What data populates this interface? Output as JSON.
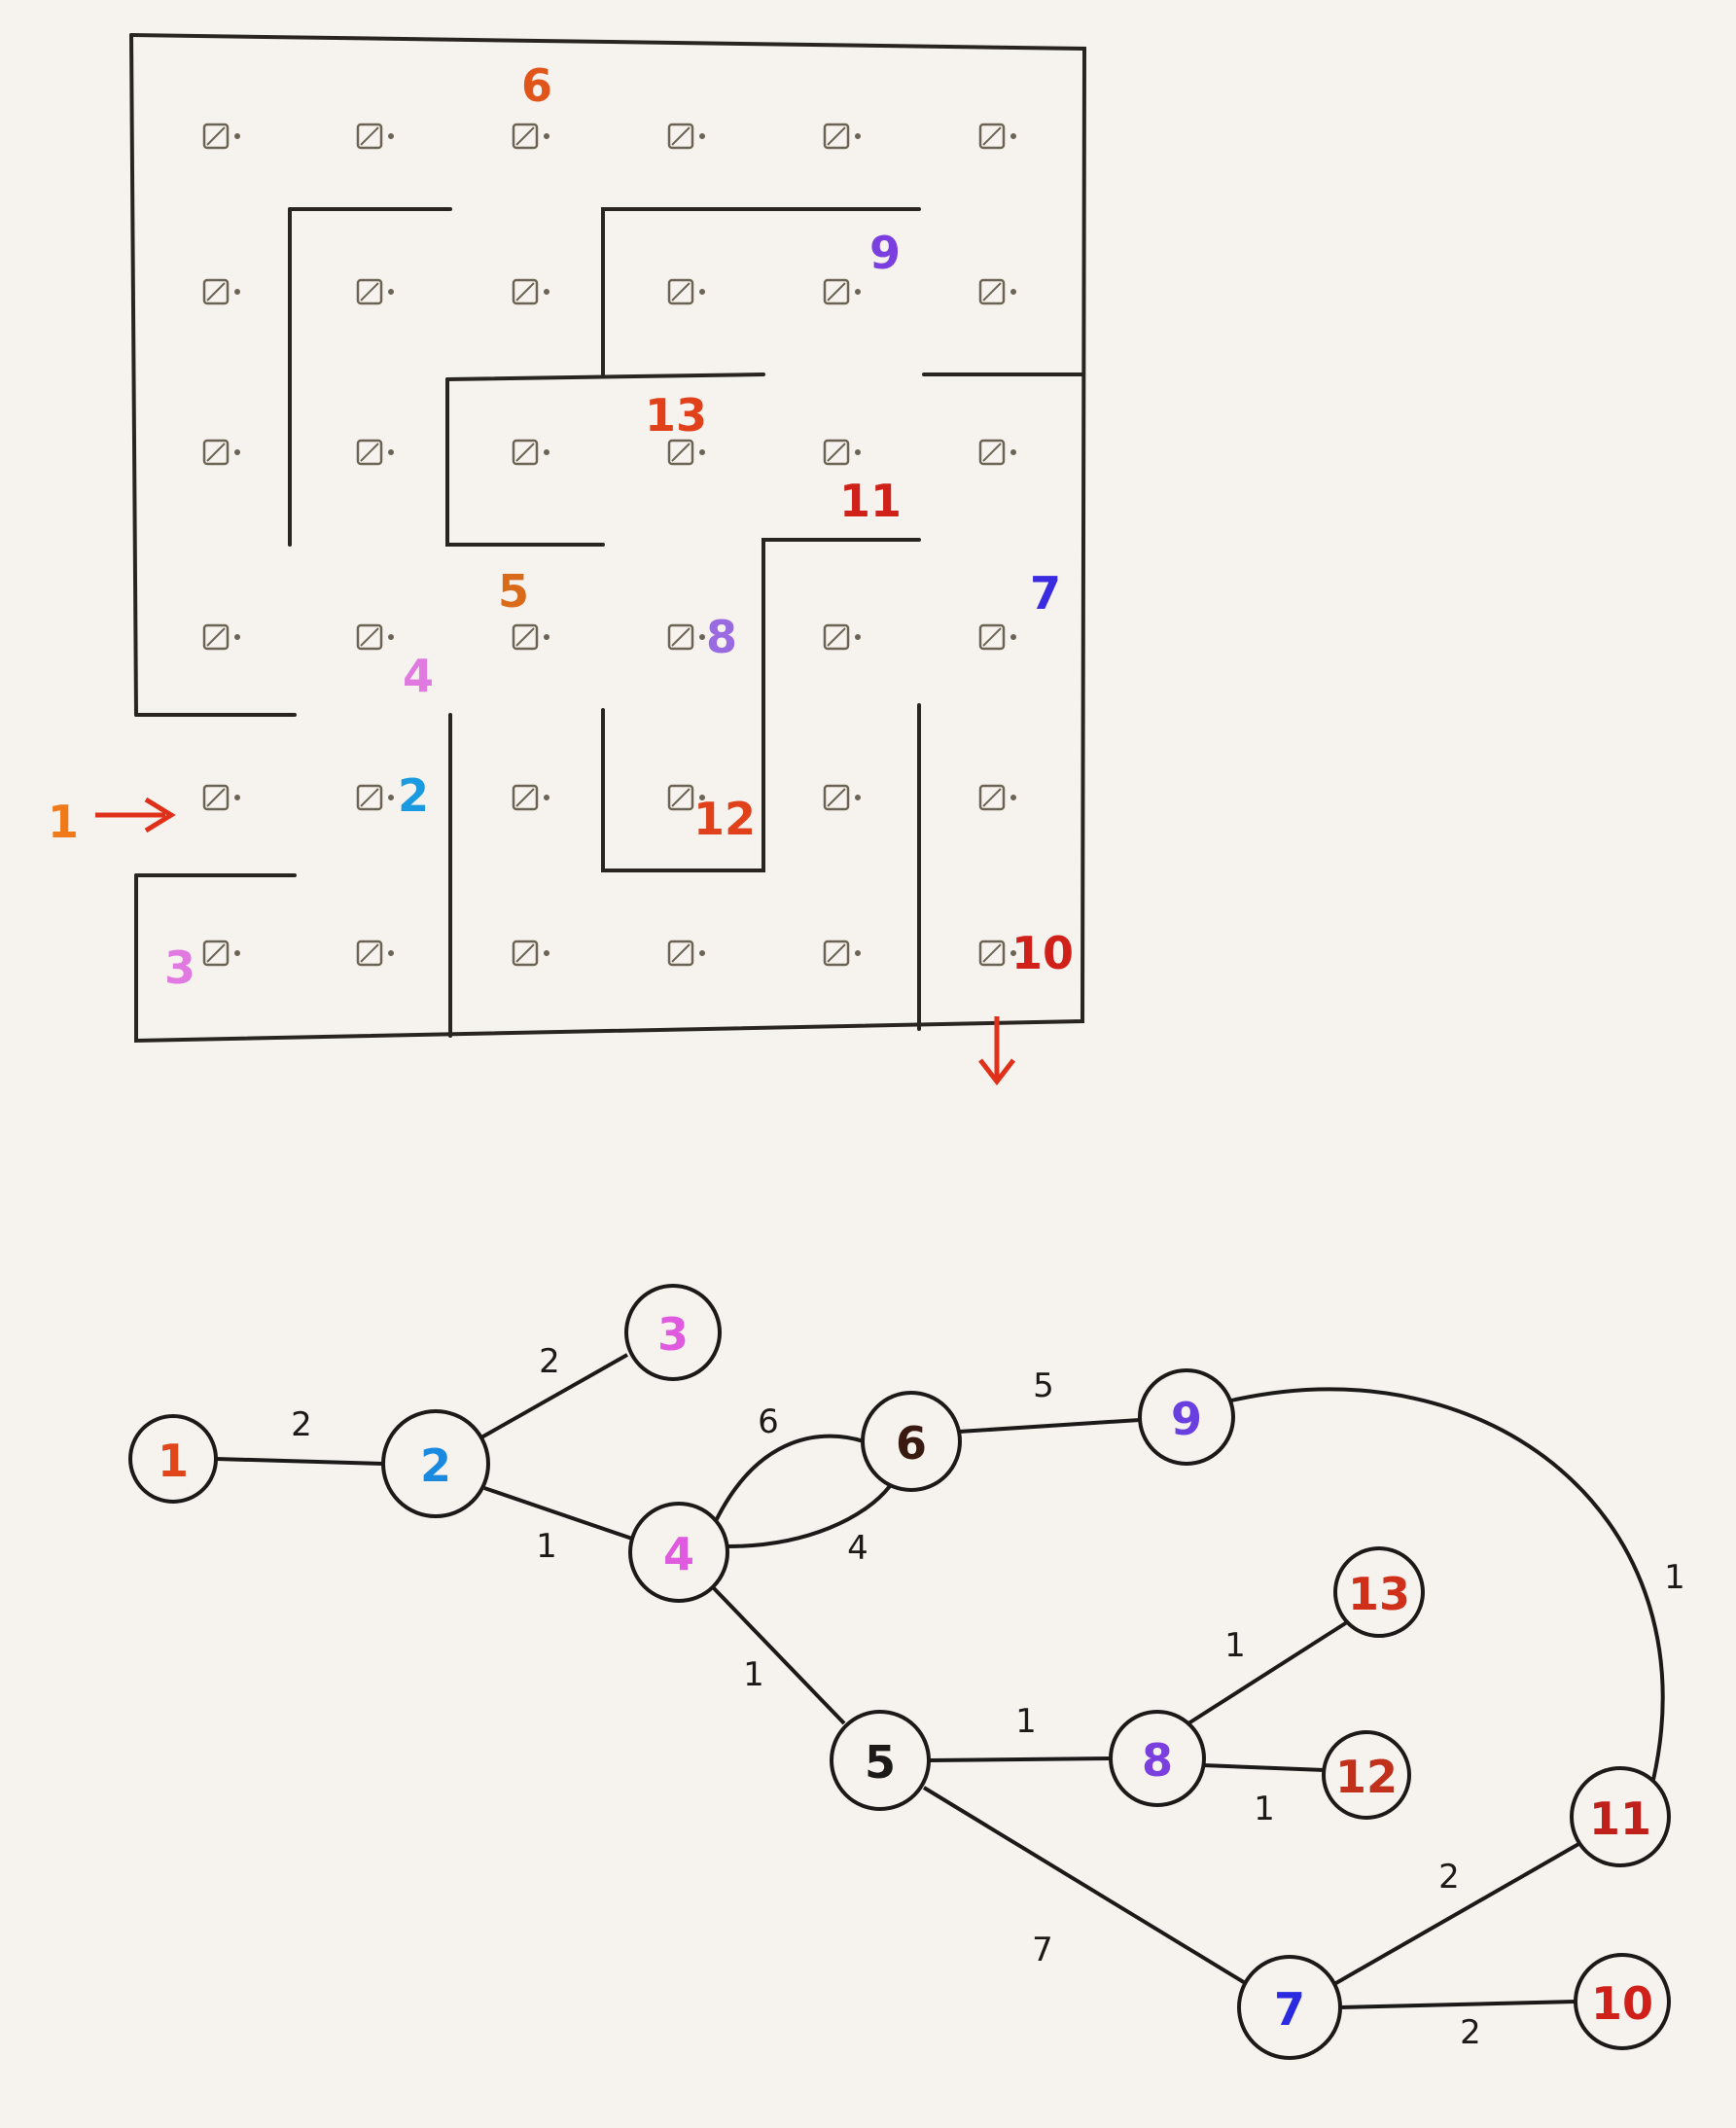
{
  "maze": {
    "entrance_label": "1",
    "labels": [
      {
        "text": "6",
        "color": "#e0561a"
      },
      {
        "text": "9",
        "color": "#7b3fe0"
      },
      {
        "text": "13",
        "color": "#e0401a"
      },
      {
        "text": "11",
        "color": "#d0201a"
      },
      {
        "text": "5",
        "color": "#d86a1a"
      },
      {
        "text": "7",
        "color": "#3a2ae0"
      },
      {
        "text": "8",
        "color": "#9a6ae0"
      },
      {
        "text": "4",
        "color": "#e07ae0"
      },
      {
        "text": "2",
        "color": "#1a9ae0"
      },
      {
        "text": "12",
        "color": "#e0401a"
      },
      {
        "text": "3",
        "color": "#e07ae0"
      },
      {
        "text": "10",
        "color": "#d0201a"
      },
      {
        "text": "1",
        "color": "#f07a1a"
      }
    ]
  },
  "graph": {
    "nodes": [
      {
        "id": "1",
        "color": "#e0461a"
      },
      {
        "id": "2",
        "color": "#1a8ae0"
      },
      {
        "id": "3",
        "color": "#e05ae0"
      },
      {
        "id": "4",
        "color": "#e05ae0"
      },
      {
        "id": "5",
        "color": "#1c1a18"
      },
      {
        "id": "6",
        "color": "#3a1a10"
      },
      {
        "id": "7",
        "color": "#2a2ae0"
      },
      {
        "id": "8",
        "color": "#7b3fe0"
      },
      {
        "id": "9",
        "color": "#6a3fe0"
      },
      {
        "id": "10",
        "color": "#d0201a"
      },
      {
        "id": "11",
        "color": "#c0201a"
      },
      {
        "id": "12",
        "color": "#c0301a"
      },
      {
        "id": "13",
        "color": "#d0301a"
      }
    ],
    "edges": [
      {
        "from": "1",
        "to": "2",
        "weight": "2"
      },
      {
        "from": "2",
        "to": "3",
        "weight": "2"
      },
      {
        "from": "2",
        "to": "4",
        "weight": "1"
      },
      {
        "from": "4",
        "to": "6",
        "weight": "6"
      },
      {
        "from": "4",
        "to": "6",
        "weight": "4"
      },
      {
        "from": "6",
        "to": "9",
        "weight": "5"
      },
      {
        "from": "4",
        "to": "5",
        "weight": "1"
      },
      {
        "from": "5",
        "to": "8",
        "weight": "1"
      },
      {
        "from": "8",
        "to": "13",
        "weight": "1"
      },
      {
        "from": "8",
        "to": "12",
        "weight": "1"
      },
      {
        "from": "5",
        "to": "7",
        "weight": "7"
      },
      {
        "from": "7",
        "to": "11",
        "weight": "2"
      },
      {
        "from": "7",
        "to": "10",
        "weight": "2"
      },
      {
        "from": "9",
        "to": "11",
        "weight": "1"
      }
    ]
  }
}
